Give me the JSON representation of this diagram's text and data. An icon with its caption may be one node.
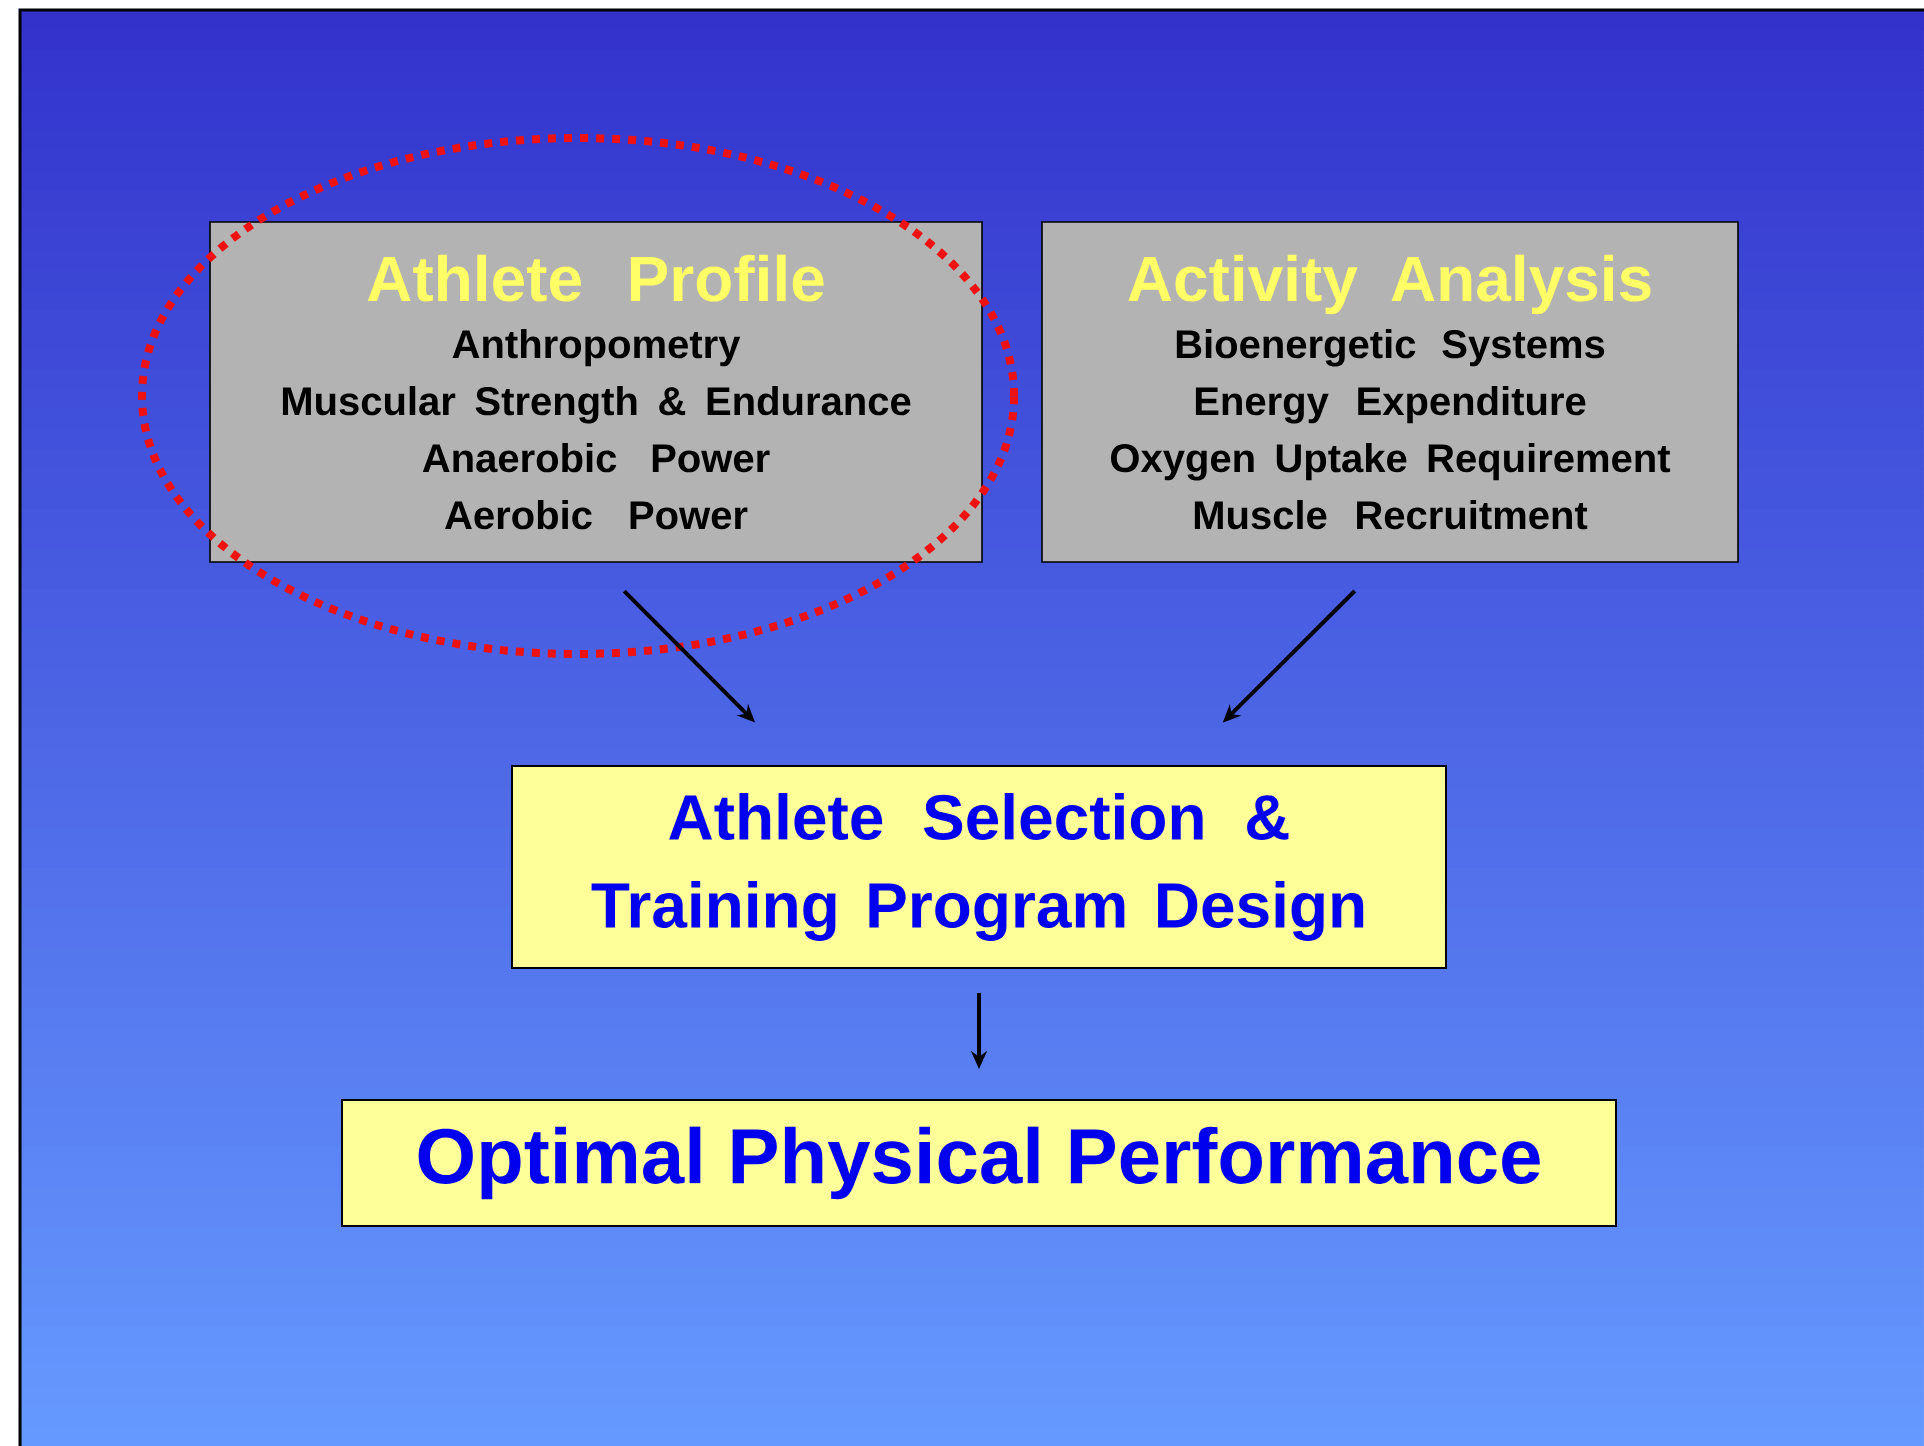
{
  "diagram": {
    "nodes": [
      {
        "text": [
          "Athlete Profile",
          "Anthropometry",
          "Muscular Strength & Endurance",
          "Anaerobic Power",
          "Aerobic Power"
        ]
      },
      {
        "text": [
          "Activity Analysis",
          "Bioenergetic Systems",
          "Energy Expenditure",
          "Oxygen Uptake Requirement",
          "Muscle Recruitment"
        ]
      },
      {
        "text": [
          "Athlete Selection & Training Program Design"
        ]
      },
      {
        "text": [
          "Optimal Physical Performance"
        ]
      }
    ],
    "edges": [
      {
        "from": 0,
        "to": 2,
        "arrow": "to"
      },
      {
        "from": 1,
        "to": 2,
        "arrow": "to"
      },
      {
        "from": 2,
        "to": 3,
        "arrow": "to"
      }
    ]
  }
}
